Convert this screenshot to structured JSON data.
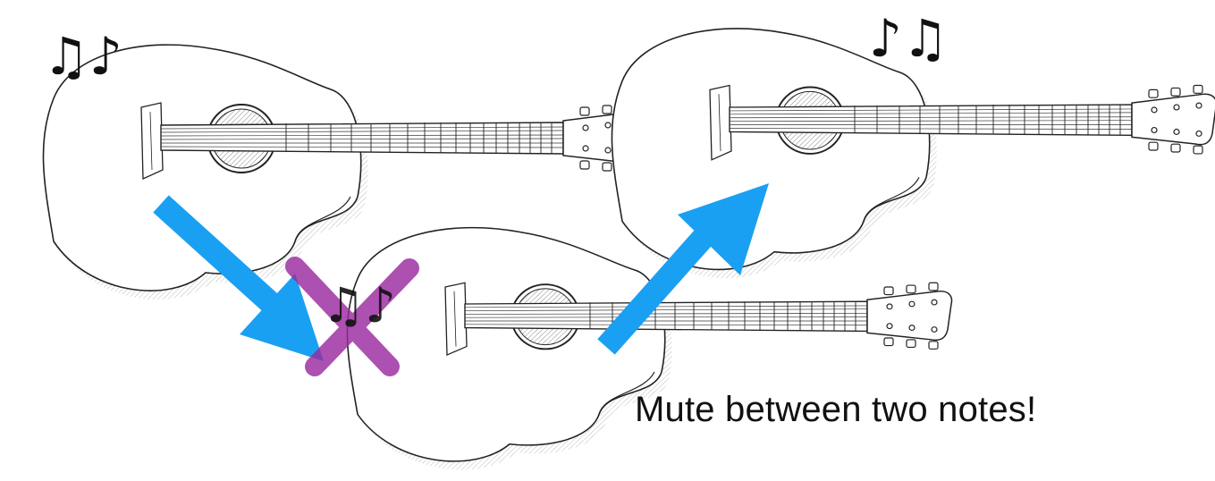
{
  "caption": "Mute between two notes!",
  "glyphs": {
    "music_notes": "♫♪",
    "music_notes_alt": "♪♫"
  },
  "colors": {
    "arrow": "#1aa0f2",
    "mute_cross": "#9b2aa0",
    "sketch_line": "#222222",
    "shading": "#555555"
  },
  "icons": {
    "arrows": [
      "arrow-down-right",
      "arrow-up-right"
    ],
    "mute": "cross-out-mark",
    "notes": "musical-notes-icon"
  }
}
